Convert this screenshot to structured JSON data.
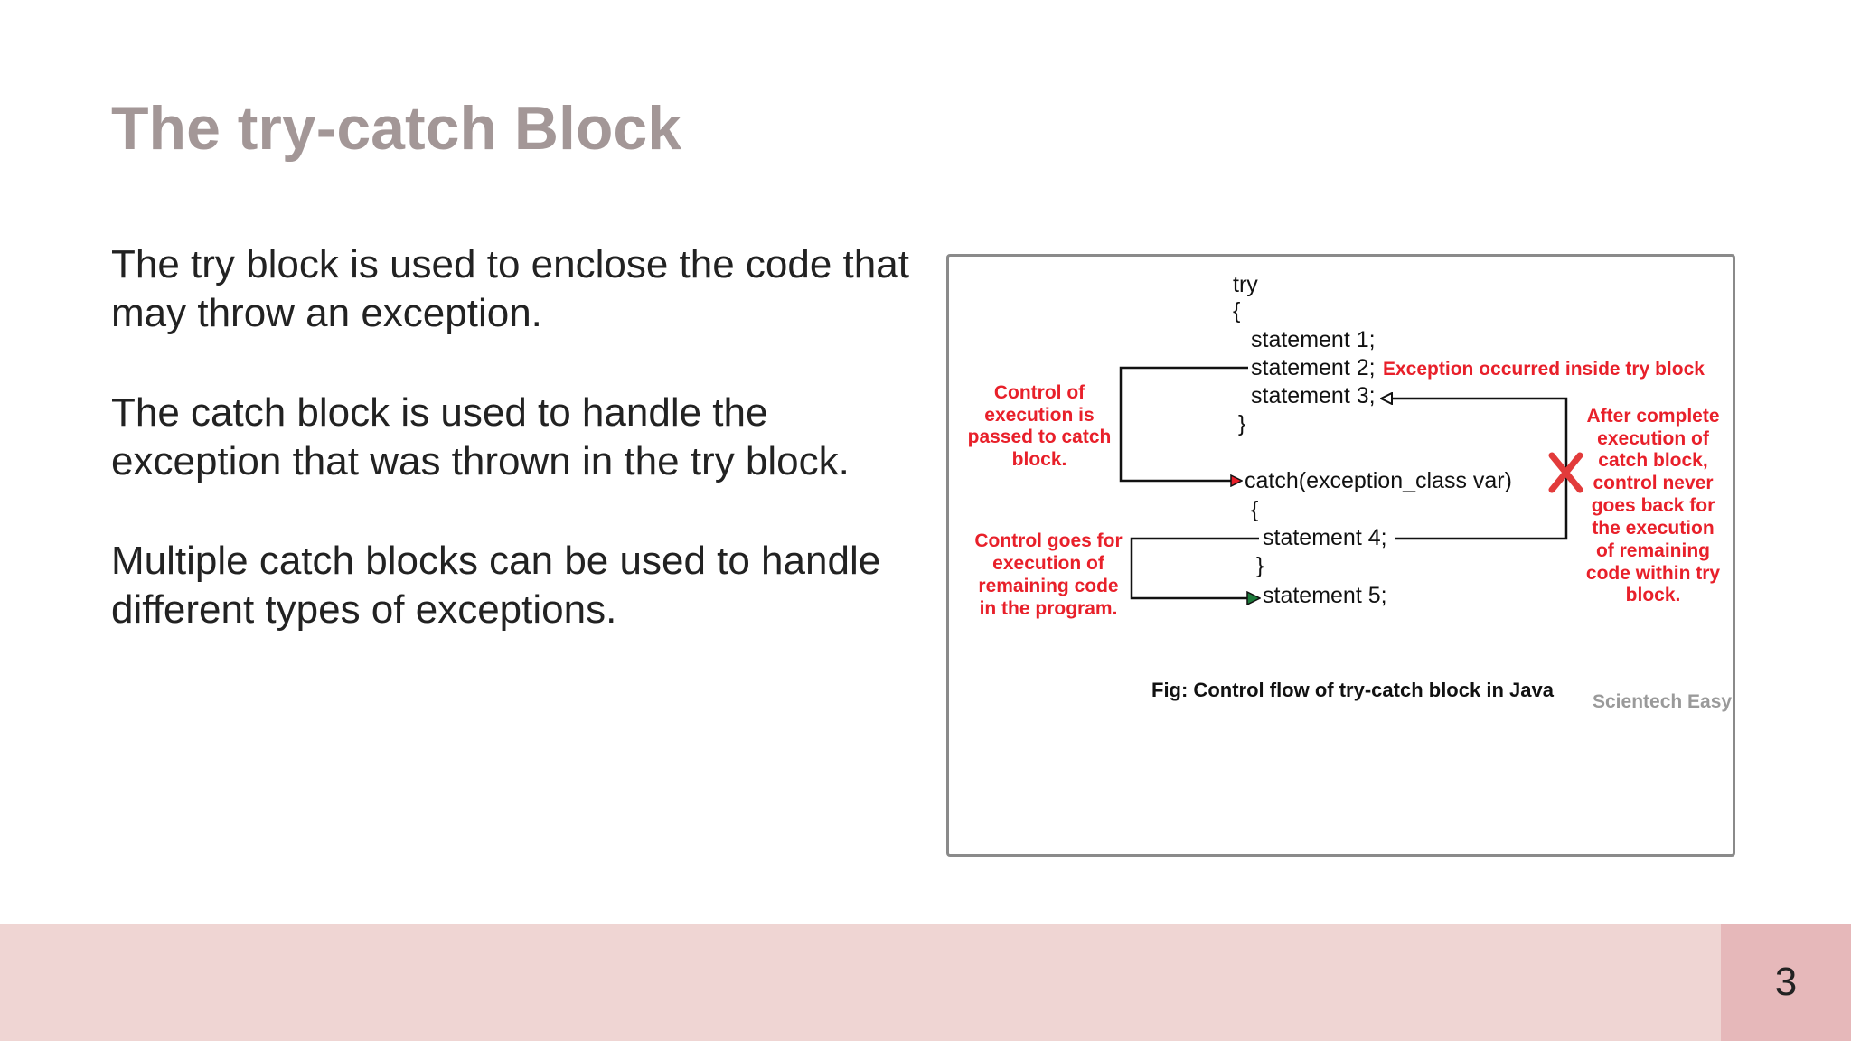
{
  "slide": {
    "title": "The try-catch Block",
    "paragraphs": [
      "The try block is used to enclose the code that may throw an exception.",
      "The catch block is used to handle the exception that was thrown in the try block.",
      "Multiple catch blocks can be used to handle different types of exceptions."
    ],
    "page_number": "3"
  },
  "figure": {
    "code_lines": {
      "try": "try",
      "open_brace_try": "{",
      "statement1": "statement 1;",
      "statement2": "statement 2;",
      "statement3": "statement 3;",
      "close_brace_try": "}",
      "catch": "catch(exception_class var)",
      "open_brace_catch": "{",
      "statement4": "statement 4;",
      "close_brace_catch": "}",
      "statement5": "statement 5;"
    },
    "annotations": {
      "exception_occurred": "Exception occurred inside try block",
      "control_passed": [
        "Control of",
        "execution is",
        "passed to catch",
        "block."
      ],
      "control_goes": [
        "Control goes for",
        "execution of",
        "remaining code",
        "in the program."
      ],
      "after_complete": [
        "After complete",
        "execution of",
        "catch block,",
        "control never",
        "goes back for",
        "the execution",
        "of remaining",
        "code within try",
        "block."
      ]
    },
    "caption": "Fig: Control flow of try-catch block in Java",
    "credit": "Scientech Easy",
    "colors": {
      "annotation": "#e8202a",
      "arrow_green": "#1c7a3a",
      "title": "#a39797",
      "footer": "#efd5d3",
      "page_box": "#e6b8ba"
    }
  }
}
